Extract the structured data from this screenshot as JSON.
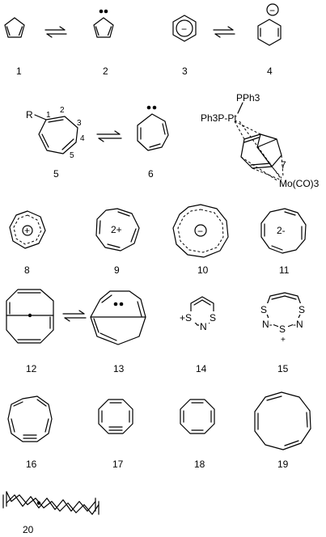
{
  "labels": {
    "c1": "1",
    "c2": "2",
    "c3": "3",
    "c4": "4",
    "c5": "5",
    "c6": "6",
    "c7": "7",
    "c8": "8",
    "c9": "9",
    "c10": "10",
    "c11": "11",
    "c12": "12",
    "c13": "13",
    "c14": "14",
    "c15": "15",
    "c16": "16",
    "c17": "17",
    "c18": "18",
    "c19": "19",
    "c20": "20"
  },
  "atoms": {
    "r": "R",
    "n1": "1",
    "n2": "2",
    "n3": "3",
    "n4": "4",
    "n5": "5",
    "pph3": "PPh3",
    "ph3ppt": "Ph3P-Pt",
    "mo": "Mo(CO)3",
    "s14a": "+S",
    "n14": "N",
    "s14b": "S",
    "s15a": "S",
    "s15b": "S",
    "n15a": "N-",
    "s15c": "S",
    "n15b": "-N",
    "plus15": "+"
  },
  "charges": {
    "c3": "−",
    "c4": "−",
    "c8": "+",
    "c9": "2+",
    "c10": "−",
    "c11": "2-"
  }
}
